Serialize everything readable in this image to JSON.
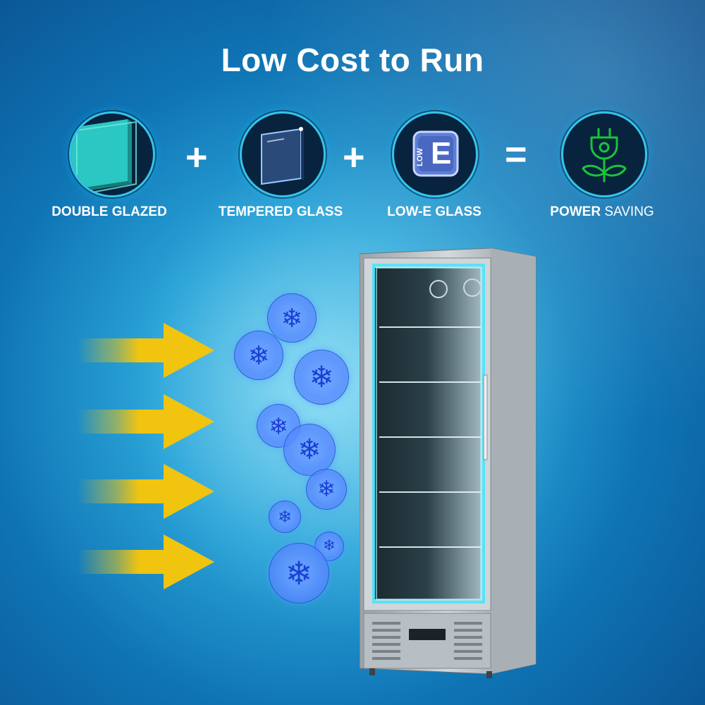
{
  "title": "Low Cost to Run",
  "features": [
    {
      "label": "DOUBLE GLAZED",
      "icon": "double-glass-icon"
    },
    {
      "label": "TEMPERED GLASS",
      "icon": "tempered-glass-icon"
    },
    {
      "label": "LOW-E GLASS",
      "icon": "low-e-icon"
    },
    {
      "label_bold": "POWER",
      "label_light": "SAVING",
      "icon": "plug-plant-icon"
    }
  ],
  "operators": [
    "+",
    "+",
    "="
  ],
  "low_e_badge": {
    "letter": "E",
    "side_text": "LOW"
  },
  "colors": {
    "background_deep": "#0a4f8e",
    "background_mid": "#2aa4d8",
    "badge_fill": "#08233e",
    "badge_ring": "#35c4ec",
    "arrow": "#f1c40f",
    "snowflake": "#1c3fd6",
    "plug_green": "#19c43a"
  },
  "snowflake_glyph": "❄"
}
